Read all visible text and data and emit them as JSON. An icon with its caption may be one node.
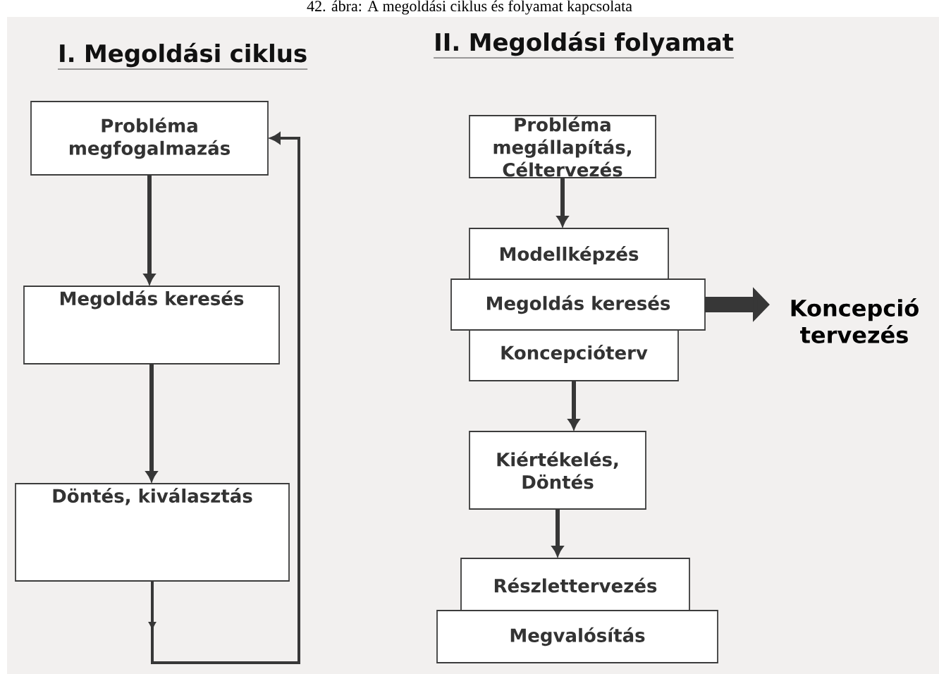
{
  "diagram": {
    "caption": "42. ábra: A megoldási ciklus és folyamat kapcsolata",
    "nodes": [
      {
        "text": [
          "Probléma megfogalmazás"
        ]
      },
      {
        "text": [
          "Megoldás keresés"
        ]
      },
      {
        "text": [
          "Döntés, kiválasztás"
        ]
      },
      {
        "text": [
          "Probléma megállapítás, Céltervezés"
        ]
      },
      {
        "text": [
          "Modellképzés"
        ]
      },
      {
        "text": [
          "Megoldás keresés"
        ]
      },
      {
        "text": [
          "Koncepcióterv"
        ]
      },
      {
        "text": [
          "Koncepció tervezés"
        ]
      },
      {
        "text": [
          "Kiértékelés, Döntés"
        ]
      },
      {
        "text": [
          "Részlettervezés"
        ]
      },
      {
        "text": [
          "Megvalósítás"
        ]
      }
    ],
    "edges": [
      {
        "from": 0,
        "to": 1,
        "arrow": "to"
      },
      {
        "from": 1,
        "to": 2,
        "arrow": "to"
      },
      {
        "from": 2,
        "to": 0,
        "arrow": "to"
      },
      {
        "from": 3,
        "to": 4,
        "arrow": "to"
      },
      {
        "from": 5,
        "to": 7,
        "arrow": "to",
        "style": "thick"
      },
      {
        "from": 6,
        "to": 8,
        "arrow": "to"
      },
      {
        "from": 8,
        "to": 9,
        "arrow": "to"
      }
    ],
    "labels": [
      "I. Megoldási ciklus",
      "II. Megoldási folyamat"
    ]
  }
}
